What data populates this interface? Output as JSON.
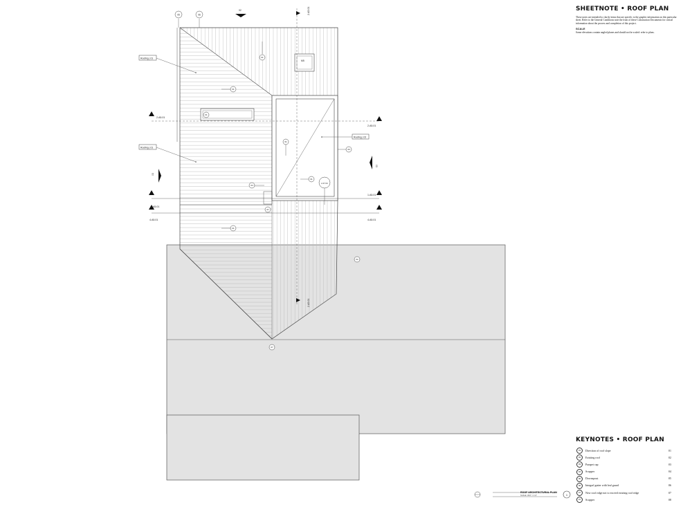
{
  "sheetnote": {
    "title": "SHEETNOTE • ROOF PLAN",
    "text": "These notes are intended to clarify items that are specific to the graphic information on this particular sheet. Refer to the General Conditions note the front of these Construction Documents for critical information about the process and completion of this project.",
    "scale_heading": "SCALE",
    "scale_text": "Some elevations contain angled planes and should not be scaled: refer to plans."
  },
  "keynotes": {
    "title": "KEYNOTES • ROOF PLAN",
    "items": [
      {
        "num": "01",
        "text": "Direction of roof slope",
        "ref": "01"
      },
      {
        "num": "02",
        "text": "Existing roof",
        "ref": "02"
      },
      {
        "num": "03",
        "text": "Parapet cap",
        "ref": "03"
      },
      {
        "num": "04",
        "text": "Scupper",
        "ref": "04"
      },
      {
        "num": "05",
        "text": "Downspout",
        "ref": "05"
      },
      {
        "num": "06",
        "text": "Integral gutter with leaf guard",
        "ref": "06"
      },
      {
        "num": "07",
        "text": "New roof ridge not to exceed existing roof ridge",
        "ref": "07"
      },
      {
        "num": "07",
        "text": "Scupper",
        "ref": "08"
      }
    ]
  },
  "plan_labels": {
    "roofing_a": "Roofing | 01",
    "roofing_b": "Roofing | 01",
    "roofing_c": "Roofing | 02",
    "section_top": "2.A5.01",
    "section_bottom": "2.A5.01",
    "elev_left_a": "2.A5.01",
    "elev_right_a": "2.A5.01",
    "elev_left_b": "1.A5.01",
    "elev_right_b": "1.A5.01",
    "elev_left_c": "4.A5.01",
    "elev_right_c": "4.A5.01",
    "grid_05": "05",
    "grid_06": "06",
    "arrow_top_label": "02",
    "arrow_left_label": "03",
    "arrow_right_label": "03",
    "skylight_tag": "M5",
    "detail_tag": "A\n47.04"
  },
  "plan_keys": {
    "k1": "01",
    "k2": "01",
    "k3": "01",
    "k4": "01",
    "k5": "01",
    "k6": "04",
    "k7": "07",
    "k8": "03",
    "k9": "02",
    "k10": "07",
    "k11": "01"
  },
  "sheet": {
    "title": "ROOF ARCHITECTURAL PLAN",
    "subtitle": "SCALE: 3/16\" = 1'-0\"",
    "number": "1"
  }
}
